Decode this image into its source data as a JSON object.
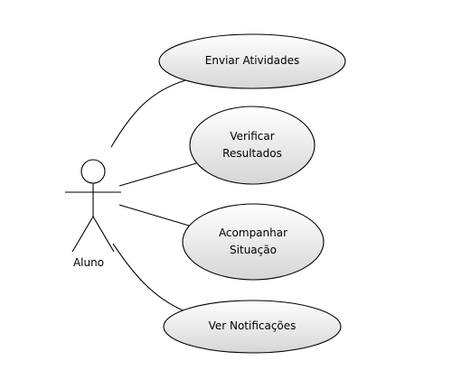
{
  "actor": {
    "name": "Aluno"
  },
  "use_cases": [
    {
      "id": "enviar",
      "label": "Enviar Atividades"
    },
    {
      "id": "verificar",
      "label": "Verificar\nResultados"
    },
    {
      "id": "acompanhar",
      "label": "Acompanhar\nSituação"
    },
    {
      "id": "notificacoes",
      "label": "Ver Notificações"
    }
  ],
  "colors": {
    "stroke": "#000000",
    "ellipse_fill_top": "#ffffff",
    "ellipse_fill_bottom": "#d6d6d6",
    "text": "#000000"
  }
}
